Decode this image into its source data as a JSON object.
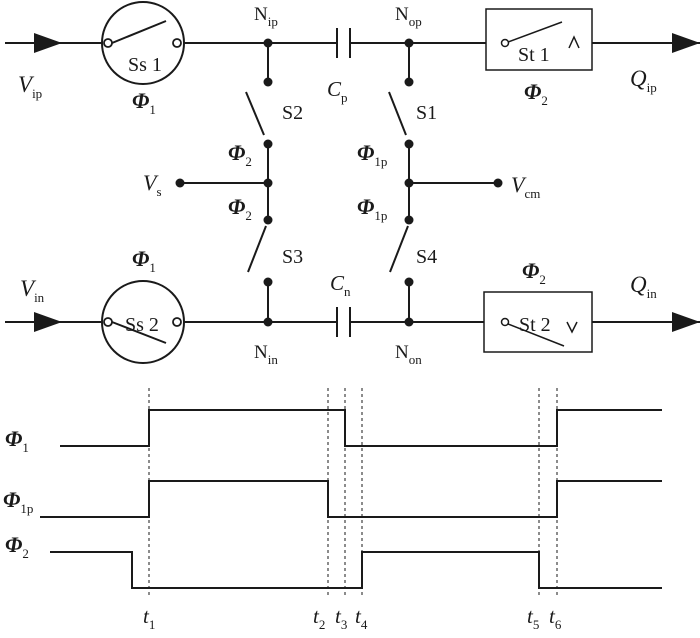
{
  "inputs": {
    "vip": {
      "main": "V",
      "sub": "ip"
    },
    "vin": {
      "main": "V",
      "sub": "in"
    },
    "vs": {
      "main": "V",
      "sub": "s"
    },
    "vcm": {
      "main": "V",
      "sub": "cm"
    }
  },
  "outputs": {
    "qip": {
      "main": "Q",
      "sub": "ip"
    },
    "qin": {
      "main": "Q",
      "sub": "in"
    }
  },
  "nodes": {
    "nip": {
      "main": "N",
      "sub": "ip"
    },
    "nop": {
      "main": "N",
      "sub": "op"
    },
    "nin": {
      "main": "N",
      "sub": "in"
    },
    "non": {
      "main": "N",
      "sub": "on"
    }
  },
  "capacitors": {
    "cp": {
      "main": "C",
      "sub": "p"
    },
    "cn": {
      "main": "C",
      "sub": "n"
    }
  },
  "switches": {
    "ss1": "Ss 1",
    "ss2": "Ss 2",
    "st1": "St 1",
    "st2": "St 2",
    "s1": "S1",
    "s2": "S2",
    "s3": "S3",
    "s4": "S4"
  },
  "phases": {
    "phi1": {
      "main": "Φ",
      "sub": "1"
    },
    "phi1p": {
      "main": "Φ",
      "sub": "1p"
    },
    "phi2": {
      "main": "Φ",
      "sub": "2"
    }
  },
  "timing": {
    "t1": {
      "main": "t",
      "sub": "1"
    },
    "t2": {
      "main": "t",
      "sub": "2"
    },
    "t3": {
      "main": "t",
      "sub": "3"
    },
    "t4": {
      "main": "t",
      "sub": "4"
    },
    "t5": {
      "main": "t",
      "sub": "5"
    },
    "t6": {
      "main": "t",
      "sub": "6"
    }
  }
}
